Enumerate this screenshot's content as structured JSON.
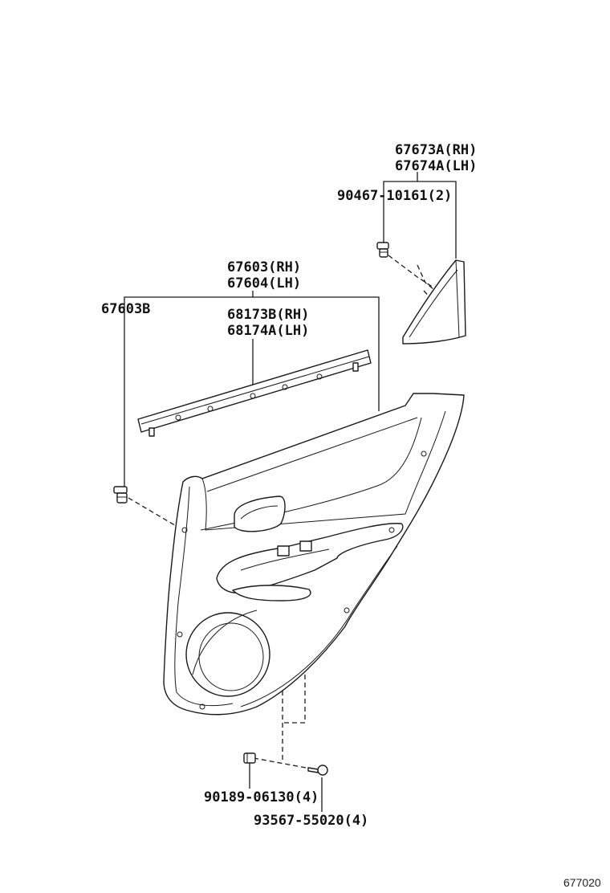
{
  "labels": {
    "garnish_rh": "67673A(RH)",
    "garnish_lh": "67674A(LH)",
    "garnish_clip": "90467-10161(2)",
    "board_rh": "67603(RH)",
    "board_lh": "67604(LH)",
    "board_sub": "67603B",
    "weatherstrip_rh": "68173B(RH)",
    "weatherstrip_lh": "68174A(LH)",
    "nut": "90189-06130(4)",
    "screw": "93567-55020(4)"
  },
  "figure_code": "677020"
}
